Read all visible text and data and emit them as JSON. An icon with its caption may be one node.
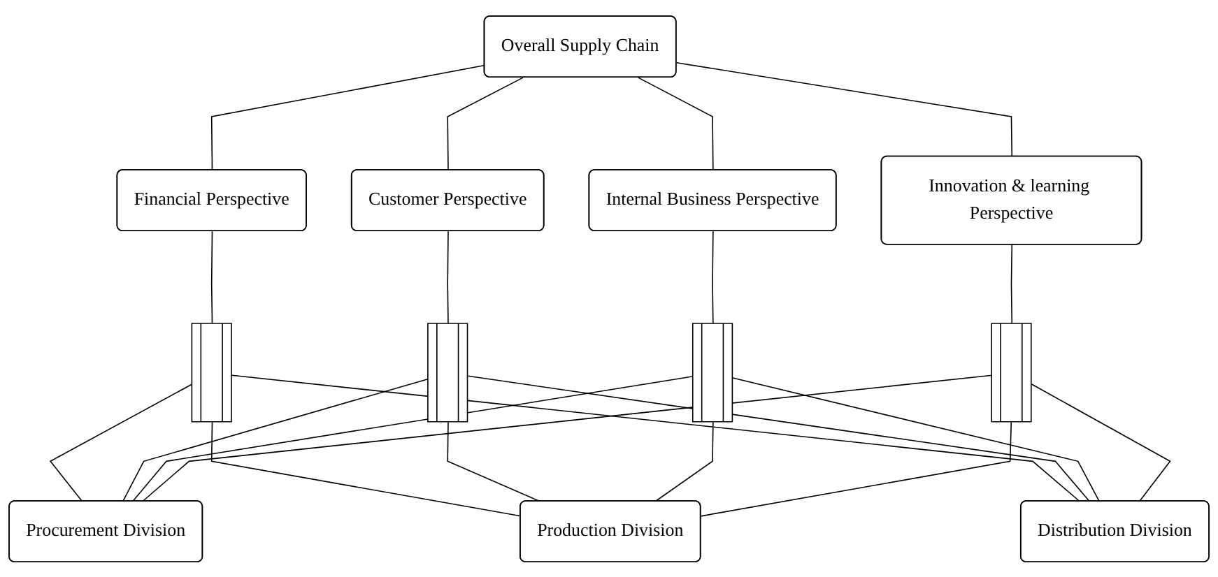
{
  "diagram": {
    "nodes": [
      {
        "text": [
          "Overall Supply Chain"
        ]
      },
      {
        "text": [
          "Financial Perspective"
        ]
      },
      {
        "text": [
          "Customer Perspective"
        ]
      },
      {
        "text": [
          "Internal Business Perspective"
        ]
      },
      {
        "text": [
          "Innovation & learning Perspective"
        ]
      },
      {
        "text": [],
        "shape": "bar"
      },
      {
        "text": [],
        "shape": "bar"
      },
      {
        "text": [],
        "shape": "bar"
      },
      {
        "text": [],
        "shape": "bar"
      },
      {
        "text": [
          "Procurement Division"
        ]
      },
      {
        "text": [
          "Production Division"
        ]
      },
      {
        "text": [
          "Distribution Division"
        ]
      }
    ],
    "edges": [
      {
        "from": 0,
        "to": 1,
        "arrow": "none"
      },
      {
        "from": 0,
        "to": 2,
        "arrow": "none"
      },
      {
        "from": 0,
        "to": 3,
        "arrow": "none"
      },
      {
        "from": 0,
        "to": 4,
        "arrow": "none"
      },
      {
        "from": 1,
        "to": 5,
        "arrow": "none"
      },
      {
        "from": 2,
        "to": 6,
        "arrow": "none"
      },
      {
        "from": 3,
        "to": 7,
        "arrow": "none"
      },
      {
        "from": 4,
        "to": 8,
        "arrow": "none"
      },
      {
        "from": 5,
        "to": 9,
        "arrow": "none"
      },
      {
        "from": 5,
        "to": 10,
        "arrow": "none"
      },
      {
        "from": 5,
        "to": 11,
        "arrow": "none"
      },
      {
        "from": 6,
        "to": 9,
        "arrow": "none"
      },
      {
        "from": 6,
        "to": 10,
        "arrow": "none"
      },
      {
        "from": 6,
        "to": 11,
        "arrow": "none"
      },
      {
        "from": 7,
        "to": 9,
        "arrow": "none"
      },
      {
        "from": 7,
        "to": 10,
        "arrow": "none"
      },
      {
        "from": 7,
        "to": 11,
        "arrow": "none"
      },
      {
        "from": 8,
        "to": 9,
        "arrow": "none"
      },
      {
        "from": 8,
        "to": 10,
        "arrow": "none"
      },
      {
        "from": 8,
        "to": 11,
        "arrow": "none"
      }
    ]
  }
}
